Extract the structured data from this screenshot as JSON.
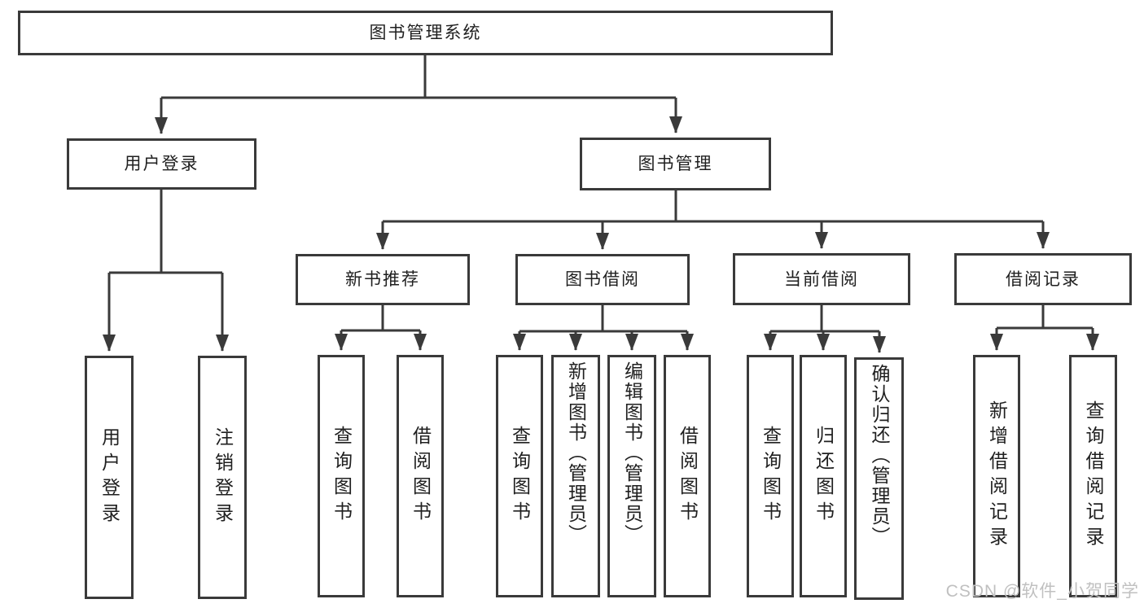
{
  "diagram": {
    "root": {
      "id": "library-management-system",
      "label": "图书管理系统"
    },
    "branches": [
      {
        "id": "user-login",
        "label": "用户登录",
        "children": [
          {
            "id": "user-login-action",
            "label": "用户登录"
          },
          {
            "id": "logout-action",
            "label": "注销登录"
          }
        ]
      },
      {
        "id": "book-management",
        "label": "图书管理",
        "children": [
          {
            "id": "new-book-recommendation",
            "label": "新书推荐",
            "children": [
              {
                "id": "query-books",
                "label": "查询图书"
              },
              {
                "id": "borrow-books",
                "label": "借阅图书"
              }
            ]
          },
          {
            "id": "book-borrowing",
            "label": "图书借阅",
            "children": [
              {
                "id": "query-books",
                "label": "查询图书"
              },
              {
                "id": "add-books-admin",
                "label": "新增图书（管理员）"
              },
              {
                "id": "edit-books-admin",
                "label": "编辑图书（管理员）"
              },
              {
                "id": "borrow-books",
                "label": "借阅图书"
              }
            ]
          },
          {
            "id": "current-borrowing",
            "label": "当前借阅",
            "children": [
              {
                "id": "query-books",
                "label": "查询图书"
              },
              {
                "id": "return-books",
                "label": "归还图书"
              },
              {
                "id": "confirm-return-admin",
                "label": "确认归还（管理员）"
              }
            ]
          },
          {
            "id": "borrowing-records",
            "label": "借阅记录",
            "children": [
              {
                "id": "add-borrowing-record",
                "label": "新增借阅记录"
              },
              {
                "id": "query-borrowing-record",
                "label": "查询借阅记录"
              }
            ]
          }
        ]
      }
    ],
    "colors": {
      "line": "#3a3a3a",
      "text": "#1f1f1f",
      "background": "#ffffff"
    }
  },
  "watermark": {
    "text": "CSDN @软件_小贺同学",
    "color": "#c0c0c0"
  }
}
